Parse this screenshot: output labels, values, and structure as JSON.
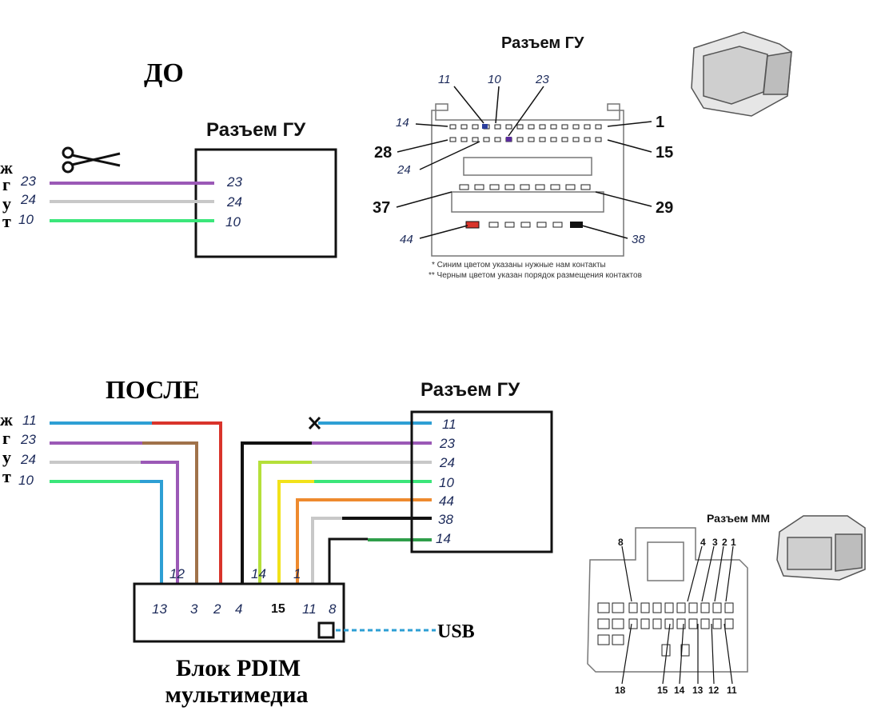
{
  "before": {
    "title": "ДО",
    "connector_title": "Разъем ГУ",
    "wires": [
      {
        "letter": "ж",
        "left": "23",
        "right": "23",
        "color": "#9b59b6"
      },
      {
        "letter": "г",
        "left": "24",
        "right": "24",
        "color": "#c8c8c8"
      },
      {
        "letter": "у",
        "left": "10",
        "right": "10",
        "color": "#3be67a"
      }
    ],
    "letter_extra": "т"
  },
  "gu_connector": {
    "title": "Разъем ГУ",
    "pins": [
      "11",
      "10",
      "23",
      "14",
      "1",
      "28",
      "15",
      "24",
      "37",
      "29",
      "44",
      "38"
    ],
    "note1": "* Синим цветом указаны нужные нам контакты",
    "note2": "** Черным цветом указан порядок размещения контактов"
  },
  "after": {
    "title": "ПОСЛЕ",
    "connector_title": "Разъем ГУ",
    "letters": [
      "ж",
      "г",
      "у",
      "т"
    ],
    "left_pins": [
      "11",
      "23",
      "24",
      "10"
    ],
    "right_pins": [
      "11",
      "23",
      "24",
      "10",
      "44",
      "38",
      "14"
    ],
    "pdim_pins": [
      "12",
      "14",
      "1",
      "13",
      "3",
      "2",
      "4",
      "15",
      "11",
      "8"
    ],
    "usb_label": "USB",
    "pdim_title1": "Блок PDIM",
    "pdim_title2": "мультимедиа",
    "colors": {
      "blue": "#2e9fd4",
      "purple": "#9b59b6",
      "gray": "#c8c8c8",
      "green": "#3be67a",
      "red": "#d9342b",
      "brown": "#a0724a",
      "lime": "#b5e03a",
      "yellow": "#f2e21a",
      "orange": "#ee8a2e",
      "dkgreen": "#2f9e4a",
      "black": "#111111"
    }
  },
  "mm_connector": {
    "title": "Разъем ММ",
    "top_pins": [
      "8",
      "4",
      "3",
      "2",
      "1"
    ],
    "bottom_pins": [
      "18",
      "15",
      "14",
      "13",
      "12",
      "11"
    ]
  }
}
